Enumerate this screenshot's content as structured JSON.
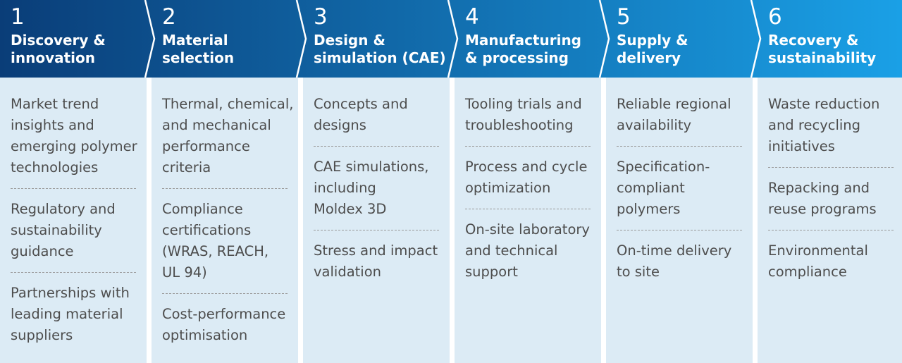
{
  "colors": {
    "header_start": "#0a3d78",
    "header_end": "#1aa0e6",
    "column_bg": "#dcebf5",
    "text": "#4d4d4d"
  },
  "stages": [
    {
      "number": "1",
      "title_lines": [
        "Discovery &",
        "innovation"
      ],
      "items": [
        [
          "Market trend",
          "insights and",
          "emerging polymer",
          "technologies"
        ],
        [
          "Regulatory and",
          "sustainability",
          "guidance"
        ],
        [
          "Partnerships with",
          "leading material",
          "suppliers"
        ]
      ]
    },
    {
      "number": "2",
      "title_lines": [
        "Material",
        "selection"
      ],
      "items": [
        [
          "Thermal, chemical,",
          "and mechanical",
          "performance",
          "criteria"
        ],
        [
          "Compliance",
          "certifications",
          "(WRAS, REACH,",
          "UL 94)"
        ],
        [
          "Cost-performance",
          "optimisation"
        ]
      ]
    },
    {
      "number": "3",
      "title_lines": [
        "Design &",
        "simulation (CAE)"
      ],
      "items": [
        [
          "Concepts and",
          "designs"
        ],
        [
          "CAE simulations,",
          "including",
          "Moldex 3D"
        ],
        [
          "Stress and impact",
          "validation"
        ]
      ]
    },
    {
      "number": "4",
      "title_lines": [
        "Manufacturing",
        "& processing"
      ],
      "items": [
        [
          "Tooling trials and",
          "troubleshooting"
        ],
        [
          "Process and cycle",
          "optimization"
        ],
        [
          "On-site laboratory",
          "and technical",
          "support"
        ]
      ]
    },
    {
      "number": "5",
      "title_lines": [
        "Supply &",
        "delivery"
      ],
      "items": [
        [
          "Reliable regional",
          "availability"
        ],
        [
          "Specification-",
          "compliant",
          "polymers"
        ],
        [
          "On-time delivery",
          "to site"
        ]
      ]
    },
    {
      "number": "6",
      "title_lines": [
        "Recovery &",
        "sustainability"
      ],
      "items": [
        [
          "Waste reduction",
          "and recycling",
          "initiatives"
        ],
        [
          "Repacking and",
          "reuse programs"
        ],
        [
          "Environmental",
          "compliance"
        ]
      ]
    }
  ]
}
